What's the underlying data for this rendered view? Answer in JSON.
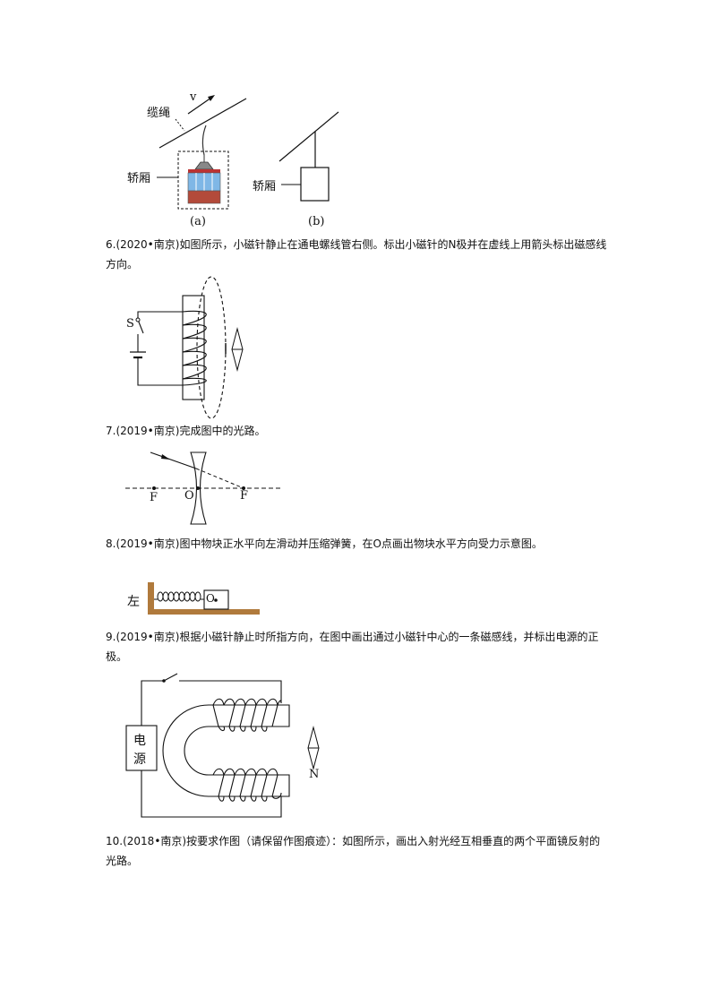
{
  "fig5": {
    "velocity": "v",
    "cable": "缆绳",
    "cabin_a": "轿厢",
    "cabin_b": "轿厢",
    "caption_a": "(a)",
    "caption_b": "(b)"
  },
  "q6": {
    "number": "6.",
    "source": "(2020•南京)",
    "text": "如图所示，小磁针静止在通电螺线管右侧。标出小磁针的N极并在虚线上用箭头标出磁感线方向。",
    "switch_label": "S"
  },
  "q7": {
    "number": "7.",
    "source": "(2019•南京)",
    "text": "完成图中的光路。",
    "f_left": "F",
    "o_label": "O",
    "f_right": "F"
  },
  "q8": {
    "number": "8.",
    "source": "(2019•南京)",
    "text": "图中物块正水平向左滑动并压缩弹簧，在O点画出物块水平方向受力示意图。",
    "left_label": "左",
    "point_label": "O"
  },
  "q9": {
    "number": "9.",
    "source": "(2019•南京)",
    "text": "根据小磁针静止时所指方向，在图中画出通过小磁针中心的一条磁感线，并标出电源的正极。",
    "power_label_1": "电",
    "power_label_2": "源",
    "n_label": "N"
  },
  "q10": {
    "number": "10.",
    "source": "(2018•南京)",
    "text": "按要求作图（请保留作图痕迹）：如图所示，画出入射光经互相垂直的两个平面镜反射的光路。"
  }
}
